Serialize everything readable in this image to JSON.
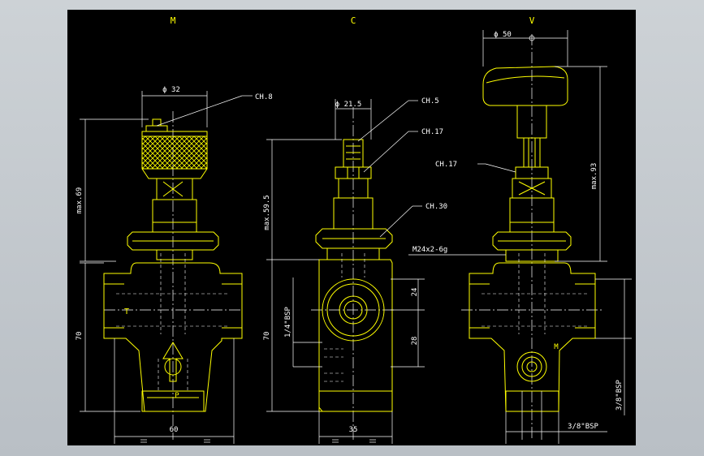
{
  "views": {
    "m": "M",
    "c": "C",
    "v": "V"
  },
  "labels": {
    "dia32": "ϕ 32",
    "ch8": "CH.8",
    "max69": "max.69",
    "t": "T",
    "p": "P",
    "h70m": "70",
    "w60": "60",
    "dia215": "ϕ 21.5",
    "ch5": "CH.5",
    "ch17c": "CH.17",
    "ch30": "CH.30",
    "max595": "max.59.5",
    "bsp14": "1/4\"BSP",
    "h70c": "70",
    "d24": "24",
    "d28": "28",
    "w35": "35",
    "dia50": "ϕ 50",
    "ch17v": "CH.17",
    "max93": "max.93",
    "thread": "M24x2-6g",
    "mport": "M",
    "bsp38v": "3/8\"BSP",
    "bsp38h": "3/8\"BSP"
  },
  "colors": {
    "background": "#000000",
    "line": "#ffffff",
    "part": "#ffff00",
    "frame": "#c6cbd0"
  }
}
